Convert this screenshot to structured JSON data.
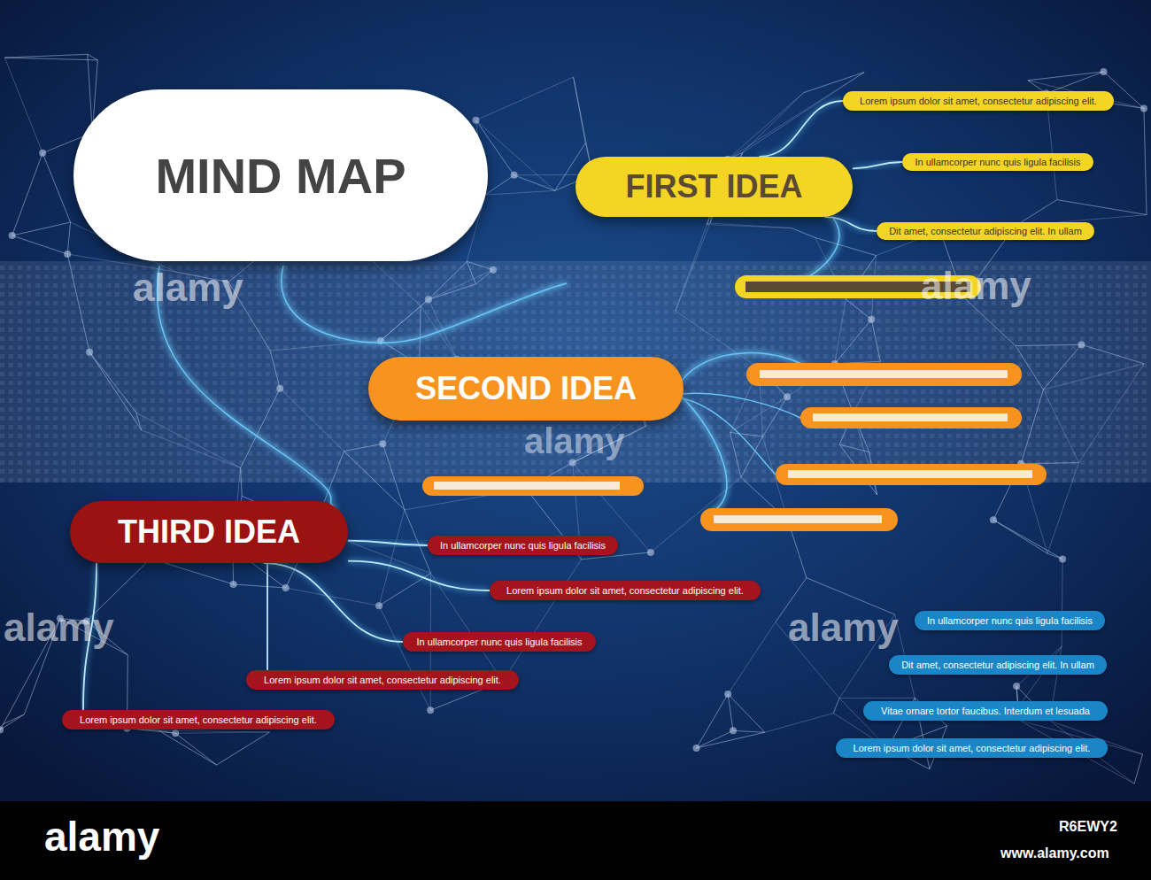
{
  "diagram": {
    "nodes": [
      {
        "text": [
          "MIND MAP"
        ]
      },
      {
        "text": [
          "FIRST IDEA"
        ]
      },
      {
        "text": [
          "Lorem ipsum dolor sit amet, consectetur adipiscing elit."
        ]
      },
      {
        "text": [
          "In ullamcorper nunc quis ligula facilisis"
        ]
      },
      {
        "text": [
          "Dit amet, consectetur adipiscing elit. In ullam"
        ]
      },
      {
        "text": [
          "SECOND IDEA"
        ]
      },
      {
        "text": [
          "THIRD IDEA"
        ]
      },
      {
        "text": [
          "In ullamcorper nunc quis ligula facilisis"
        ]
      },
      {
        "text": [
          "Lorem ipsum dolor sit amet, consectetur adipiscing elit."
        ]
      },
      {
        "text": [
          "In ullamcorper nunc quis ligula facilisis"
        ]
      },
      {
        "text": [
          "Lorem ipsum dolor sit amet, consectetur adipiscing elit."
        ]
      },
      {
        "text": [
          "Lorem ipsum dolor sit amet, consectetur adipiscing elit."
        ]
      },
      {
        "text": [
          "In ullamcorper nunc quis ligula facilisis"
        ]
      },
      {
        "text": [
          "Dit amet, consectetur adipiscing elit. In ullam"
        ]
      },
      {
        "text": [
          "Vitae ornare tortor faucibus. Interdum et lesuada"
        ]
      },
      {
        "text": [
          "Lorem ipsum dolor sit amet, consectetur adipiscing elit."
        ]
      }
    ],
    "edges": [
      {
        "from": 1,
        "to": 2,
        "arrow": "none"
      },
      {
        "from": 1,
        "to": 3,
        "arrow": "none"
      },
      {
        "from": 1,
        "to": 4,
        "arrow": "none"
      },
      {
        "from": 6,
        "to": 7,
        "arrow": "none"
      },
      {
        "from": 6,
        "to": 8,
        "arrow": "none"
      },
      {
        "from": 6,
        "to": 9,
        "arrow": "none"
      },
      {
        "from": 6,
        "to": 10,
        "arrow": "none"
      },
      {
        "from": 6,
        "to": 11,
        "arrow": "none"
      }
    ],
    "labels": [
      "alamy",
      "alamy",
      "alamy",
      "alamy",
      "alamy",
      "alamy",
      "www.alamy.com",
      "R6EWY2"
    ]
  }
}
